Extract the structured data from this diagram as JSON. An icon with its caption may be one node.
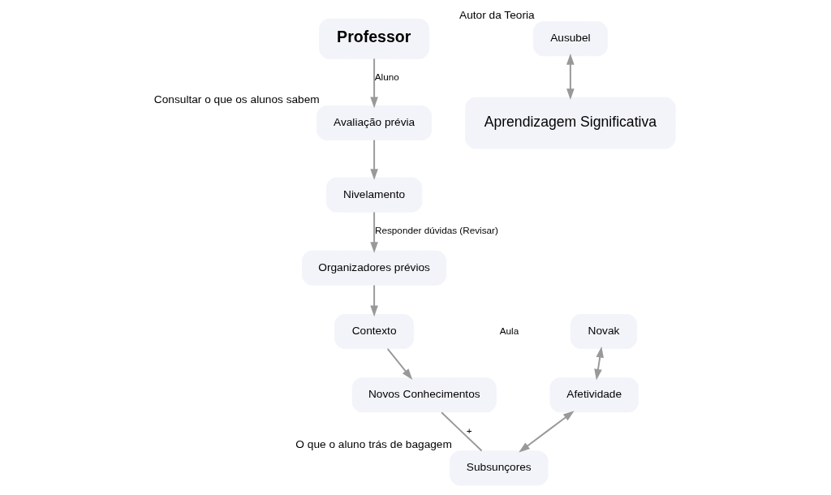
{
  "diagram": {
    "nodes": [
      {
        "text": [
          "Professor"
        ]
      },
      {
        "text": [
          "Avaliação prévia"
        ],
        "beside": [
          "Consultar o que os alunos sabem"
        ]
      },
      {
        "text": [
          "Nivelamento"
        ]
      },
      {
        "text": [
          "Organizadores prévios"
        ]
      },
      {
        "text": [
          "Contexto"
        ]
      },
      {
        "text": [
          "Novos Conhecimentos"
        ]
      },
      {
        "text": [
          "Novak"
        ]
      },
      {
        "text": [
          "Afetividade"
        ]
      },
      {
        "text": [
          "Subsunçores"
        ],
        "beside": [
          "O que o aluno trás de bagagem"
        ]
      },
      {
        "text": [
          "Ausubel"
        ],
        "beside": [
          "Autor da Teoria"
        ]
      },
      {
        "text": [
          "Aprendizagem Significativa"
        ]
      }
    ],
    "edges": [
      {
        "from": 0,
        "to": 1,
        "arrow": "to",
        "label": "Aluno"
      },
      {
        "from": 1,
        "to": 2,
        "arrow": "to"
      },
      {
        "from": 2,
        "to": 3,
        "arrow": "to",
        "label": "Responder dúvidas (Revisar)"
      },
      {
        "from": 3,
        "to": 4,
        "arrow": "to"
      },
      {
        "from": 4,
        "to": 5,
        "arrow": "to"
      },
      {
        "from": 6,
        "to": 7,
        "arrow": "both"
      },
      {
        "from": 7,
        "to": 8,
        "arrow": "both"
      },
      {
        "from": 5,
        "to": 8,
        "arrow": "none",
        "label": "+"
      },
      {
        "from": 9,
        "to": 10,
        "arrow": "both"
      }
    ],
    "labels": [
      "Aula"
    ]
  }
}
